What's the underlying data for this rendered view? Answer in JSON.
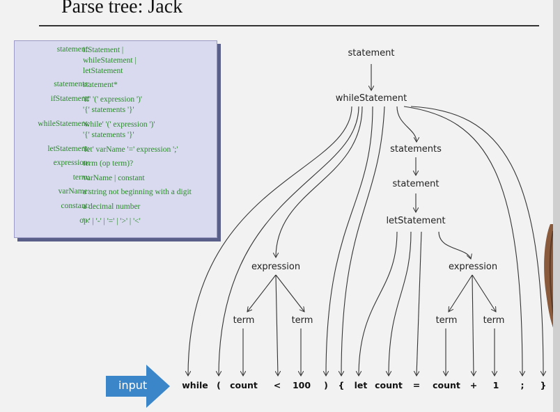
{
  "title": "Parse tree: Jack",
  "grammar": [
    {
      "lhs": "statement:",
      "rhs": [
        "ifStatement |",
        "whileStatement |",
        "letStatement"
      ]
    },
    {
      "lhs": "statements:",
      "rhs": [
        "statement*"
      ]
    },
    {
      "lhs": "ifStatement:",
      "rhs": [
        "'if' '(' expression ')'",
        "'{' statements '}'"
      ]
    },
    {
      "lhs": "whileStatement:",
      "rhs": [
        "'while' '(' expression ')'",
        "'{' statements '}'"
      ]
    },
    {
      "lhs": "letStatement:",
      "rhs": [
        "'let' varName '=' expression ';'"
      ]
    },
    {
      "lhs": "expression:",
      "rhs": [
        "term (op term)?"
      ]
    },
    {
      "lhs": "term:",
      "rhs": [
        "varName | constant"
      ]
    },
    {
      "lhs": "varName:",
      "rhs": [
        "a string not beginning with a digit"
      ]
    },
    {
      "lhs": "constant:",
      "rhs": [
        "a decimal number"
      ]
    },
    {
      "lhs": "op:",
      "rhs": [
        "'+' | '-' | '=' | '>' | '<'"
      ]
    }
  ],
  "tree": {
    "statement": "statement",
    "whileStatement": "whileStatement",
    "statements": "statements",
    "statement2": "statement",
    "letStatement": "letStatement",
    "expression1": "expression",
    "expression2": "expression",
    "term1": "term",
    "term2": "term",
    "term3": "term",
    "term4": "term"
  },
  "input_label": "input",
  "tokens": [
    "while",
    "(",
    "count",
    "<",
    "100",
    ")",
    "{",
    "let",
    "count",
    "=",
    "count",
    "+",
    "1",
    ";",
    "}"
  ],
  "colors": {
    "grammar_text": "#2d8a2d",
    "grammar_bg": "#d9d9f0",
    "arrow_blue": "#3a86c8"
  }
}
